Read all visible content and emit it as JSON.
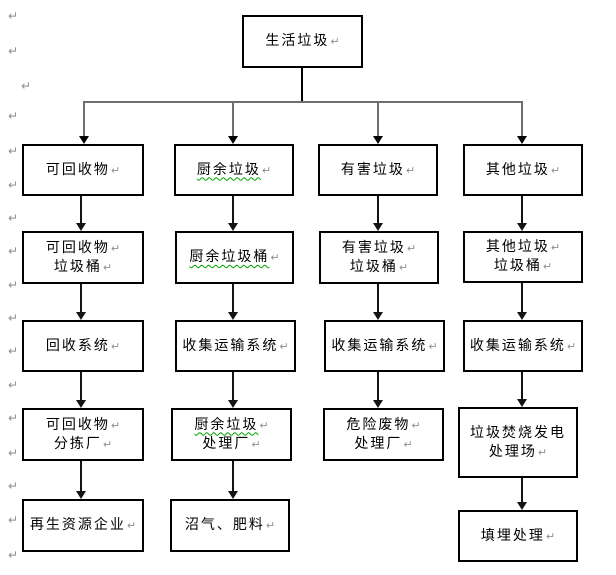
{
  "marks": {
    "return_mark": "↵"
  },
  "colors": {
    "box_border": "#000000",
    "tree_connector": "#6e6e6e",
    "arrow": "#141414",
    "spellcheck_underline": "#00a000",
    "return_mark_gray": "#8f8f8f"
  },
  "flowchart": {
    "root": {
      "text": "生活垃圾"
    },
    "columns": [
      {
        "name": "可回收物",
        "nodes": [
          {
            "lines": [
              "可回收物"
            ]
          },
          {
            "lines": [
              "可回收物",
              "垃圾桶"
            ]
          },
          {
            "lines": [
              "回收系统"
            ]
          },
          {
            "lines": [
              "可回收物",
              "分拣厂"
            ]
          },
          {
            "lines": [
              "再生资源企业"
            ]
          }
        ]
      },
      {
        "name": "厨余垃圾",
        "nodes": [
          {
            "lines": [
              "厨余垃圾"
            ],
            "spellcheck": true
          },
          {
            "lines": [
              "厨余垃圾桶"
            ],
            "spellcheck": true
          },
          {
            "lines": [
              "收集运输系统"
            ]
          },
          {
            "lines": [
              "厨余垃圾",
              "处理厂"
            ],
            "spellcheck_line": 0
          },
          {
            "lines": [
              "沼气、肥料"
            ]
          }
        ]
      },
      {
        "name": "有害垃圾",
        "nodes": [
          {
            "lines": [
              "有害垃圾"
            ]
          },
          {
            "lines": [
              "有害垃圾",
              "垃圾桶"
            ]
          },
          {
            "lines": [
              "收集运输系统"
            ]
          },
          {
            "lines": [
              "危险废物",
              "处理厂"
            ]
          }
        ]
      },
      {
        "name": "其他垃圾",
        "nodes": [
          {
            "lines": [
              "其他垃圾"
            ]
          },
          {
            "lines": [
              "其他垃圾",
              "垃圾桶"
            ]
          },
          {
            "lines": [
              "收集运输系统"
            ]
          },
          {
            "lines": [
              "垃圾焚烧发电",
              "处理场"
            ]
          },
          {
            "lines": [
              "填埋处理"
            ]
          }
        ]
      }
    ]
  }
}
